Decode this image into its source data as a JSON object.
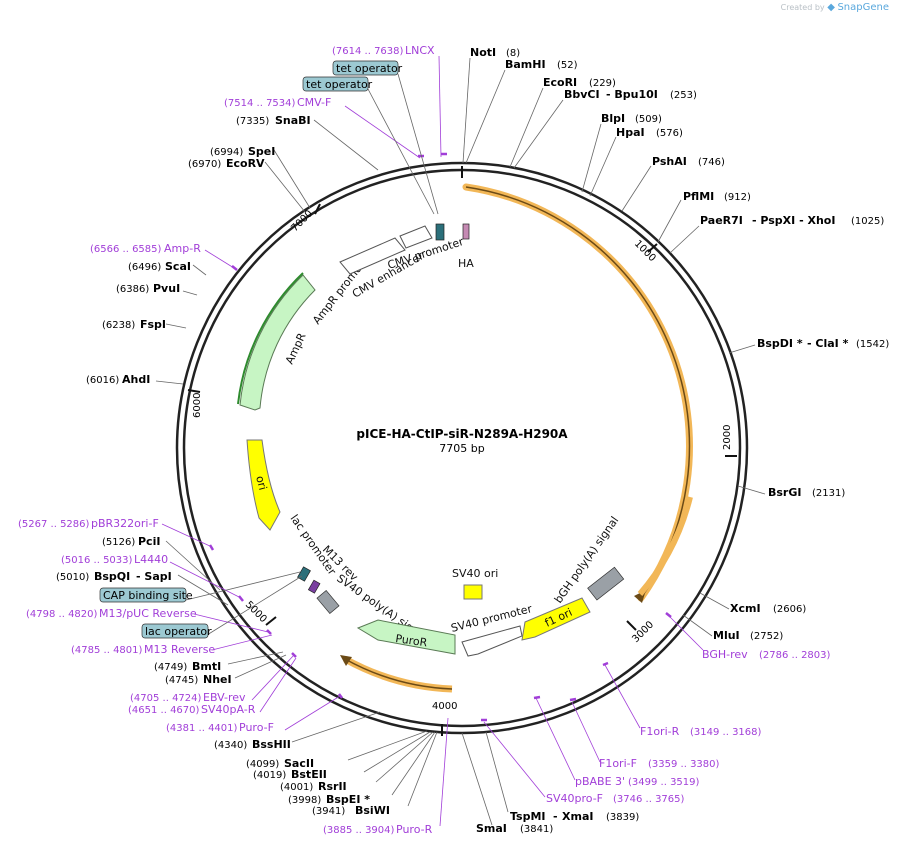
{
  "brand": {
    "created_by": "Created by",
    "name": "SnapGene"
  },
  "plasmid": {
    "name": "pICE-HA-CtIP-siR-N289A-H290A",
    "length_label": "7705 bp"
  },
  "ticks": [
    "1000",
    "2000",
    "3000",
    "4000",
    "5000",
    "6000",
    "7000"
  ],
  "enzymes": [
    {
      "name": "NotI",
      "pos": "(8)"
    },
    {
      "name": "BamHI",
      "pos": "(52)"
    },
    {
      "name": "EcoRI",
      "pos": "(229)"
    },
    {
      "name": "BbvCI",
      "extra": "- Bpu10I",
      "pos": "(253)"
    },
    {
      "name": "BlpI",
      "pos": "(509)"
    },
    {
      "name": "HpaI",
      "pos": "(576)"
    },
    {
      "name": "PshAI",
      "pos": "(746)"
    },
    {
      "name": "PflMI",
      "pos": "(912)"
    },
    {
      "name": "PaeR7I",
      "extra": "- PspXI  - XhoI",
      "pos": "(1025)"
    },
    {
      "name": "BspDI *",
      "extra": "- ClaI *",
      "pos": "(1542)"
    },
    {
      "name": "BsrGI",
      "pos": "(2131)"
    },
    {
      "name": "XcmI",
      "pos": "(2606)"
    },
    {
      "name": "MluI",
      "pos": "(2752)"
    },
    {
      "name": "XmaI",
      "pos": "(3839)"
    },
    {
      "name": "TspMI",
      "pos": ""
    },
    {
      "name": "SmaI",
      "pos": "(3841)"
    },
    {
      "name": "BsiWI",
      "pos": "(3941)"
    },
    {
      "name": "BspEI *",
      "pos": "(3998)"
    },
    {
      "name": "RsrII",
      "pos": "(4001)"
    },
    {
      "name": "BstEII",
      "pos": "(4019)"
    },
    {
      "name": "SacII",
      "pos": "(4099)"
    },
    {
      "name": "BssHII",
      "pos": "(4340)"
    },
    {
      "name": "NheI",
      "pos": "(4745)"
    },
    {
      "name": "BmtI",
      "pos": "(4749)"
    },
    {
      "name": "BspQI",
      "extra": "- SapI",
      "pos": "(5010)"
    },
    {
      "name": "PciI",
      "pos": "(5126)"
    },
    {
      "name": "AhdI",
      "pos": "(6016)"
    },
    {
      "name": "FspI",
      "pos": "(6238)"
    },
    {
      "name": "PvuI",
      "pos": "(6386)"
    },
    {
      "name": "ScaI",
      "pos": "(6496)"
    },
    {
      "name": "EcoRV",
      "pos": "(6970)"
    },
    {
      "name": "SpeI",
      "pos": "(6994)"
    },
    {
      "name": "SnaBI",
      "pos": "(7335)"
    }
  ],
  "primers": [
    {
      "name": "LNCX",
      "range": "(7614 .. 7638)"
    },
    {
      "name": "CMV-F",
      "range": "(7514 .. 7534)"
    },
    {
      "name": "Amp-R",
      "range": "(6566 .. 6585)"
    },
    {
      "name": "pBR322ori-F",
      "range": "(5267 .. 5286)"
    },
    {
      "name": "L4440",
      "range": "(5016 .. 5033)"
    },
    {
      "name": "M13/pUC Reverse",
      "range": "(4798 .. 4820)"
    },
    {
      "name": "M13 Reverse",
      "range": "(4785 .. 4801)"
    },
    {
      "name": "EBV-rev",
      "range": "(4705 .. 4724)"
    },
    {
      "name": "SV40pA-R",
      "range": "(4651 .. 4670)"
    },
    {
      "name": "Puro-F",
      "range": "(4381 .. 4401)"
    },
    {
      "name": "Puro-R",
      "range": "(3885 .. 3904)"
    },
    {
      "name": "SV40pro-F",
      "range": "(3746 .. 3765)"
    },
    {
      "name": "pBABE 3'",
      "range": "(3499 .. 3519)"
    },
    {
      "name": "F1ori-F",
      "range": "(3359 .. 3380)"
    },
    {
      "name": "F1ori-R",
      "range": "(3149 .. 3168)"
    },
    {
      "name": "BGH-rev",
      "range": "(2786 .. 2803)"
    }
  ],
  "boxed_features": [
    "tet operator",
    "tet operator",
    "CAP binding site",
    "lac operator"
  ],
  "features": {
    "ha": "HA",
    "cmv_promoter": "CMV promoter",
    "cmv_enhancer": "CMV enhancer",
    "ampr_promoter": "AmpR promoter",
    "ampr": "AmpR",
    "ori": "ori",
    "lac_promoter": "lac promoter",
    "m13_rev": "M13 rev",
    "sv40_polya": "SV40 poly(A) signal",
    "puror": "PuroR",
    "sv40_promoter": "SV40 promoter",
    "sv40_ori": "SV40 ori",
    "f1_ori": "f1 ori",
    "bgh_polya": "bGH poly(A) signal"
  },
  "colors": {
    "backbone": "#222222",
    "primer": "#a13ed8",
    "orf": "#f2b757",
    "ampr": "#c7f5c4",
    "ori": "#ffff00",
    "promoter": "#ffffff",
    "polya": "#9aa0a6",
    "operator": "#9cc9d2"
  }
}
